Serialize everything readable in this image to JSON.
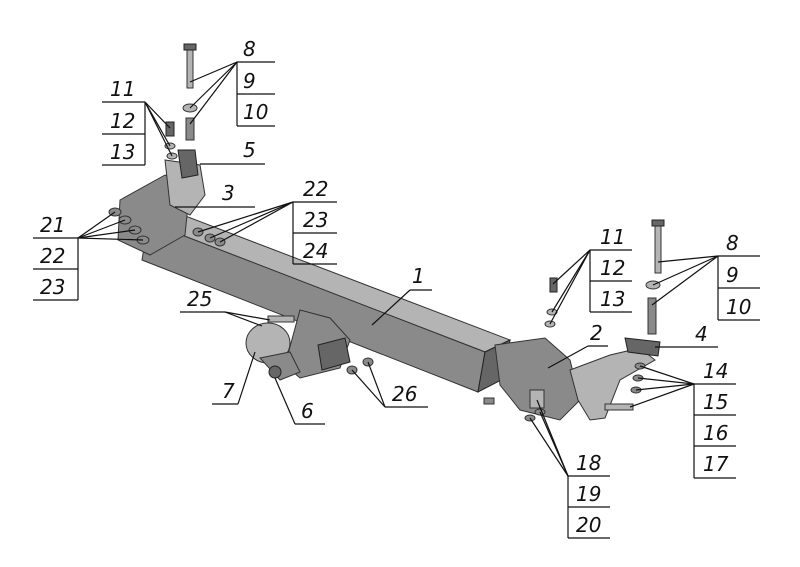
{
  "callouts": {
    "c1": "1",
    "c2": "2",
    "c3": "3",
    "c4": "4",
    "c5": "5",
    "c6": "6",
    "c7": "7",
    "c8a": "8",
    "c9a": "9",
    "c10a": "10",
    "c8b": "8",
    "c9b": "9",
    "c10b": "10",
    "c11a": "11",
    "c12a": "12",
    "c13a": "13",
    "c11b": "11",
    "c12b": "12",
    "c13b": "13",
    "c14": "14",
    "c15": "15",
    "c16": "16",
    "c17": "17",
    "c18": "18",
    "c19": "19",
    "c20": "20",
    "c21": "21",
    "c22a": "22",
    "c23a": "23",
    "c22b": "22",
    "c23b": "23",
    "c24": "24",
    "c25": "25",
    "c26": "26"
  }
}
